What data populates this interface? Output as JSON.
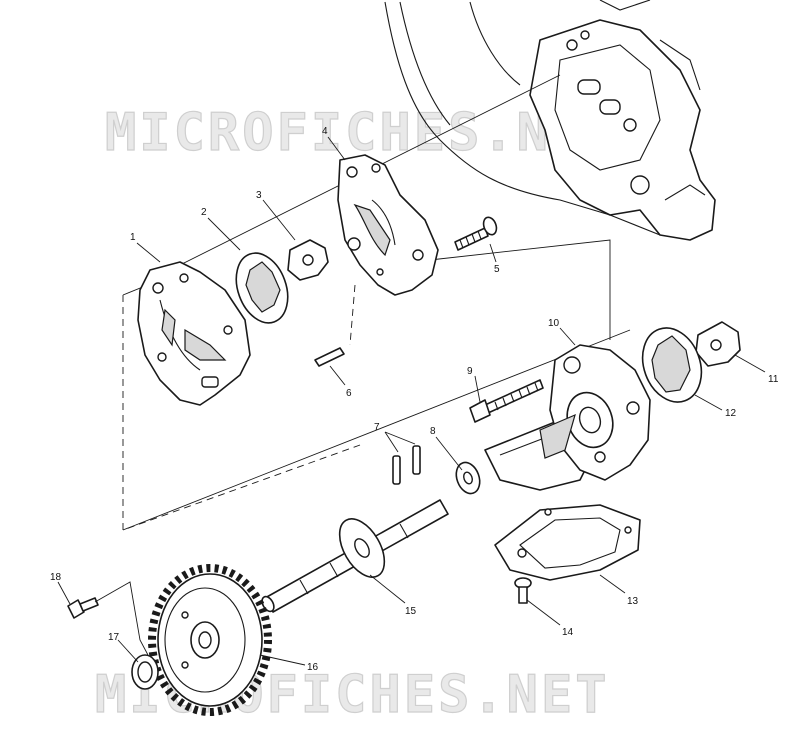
{
  "watermark": {
    "top_text": "MICROFICHES.NET",
    "bottom_text": "MICROFICHES.NET"
  },
  "callouts": {
    "c1": "1",
    "c2": "2",
    "c3": "3",
    "c4": "4",
    "c5": "5",
    "c6": "6",
    "c7": "7",
    "c8": "8",
    "c9": "9",
    "c10": "10",
    "c11": "11",
    "c12": "12",
    "c13": "13",
    "c14": "14",
    "c15": "15",
    "c16": "16",
    "c17": "17",
    "c18": "18"
  },
  "colors": {
    "line": "#1a1a1a",
    "watermark_fill": "#e9e9e9",
    "background": "#ffffff"
  }
}
